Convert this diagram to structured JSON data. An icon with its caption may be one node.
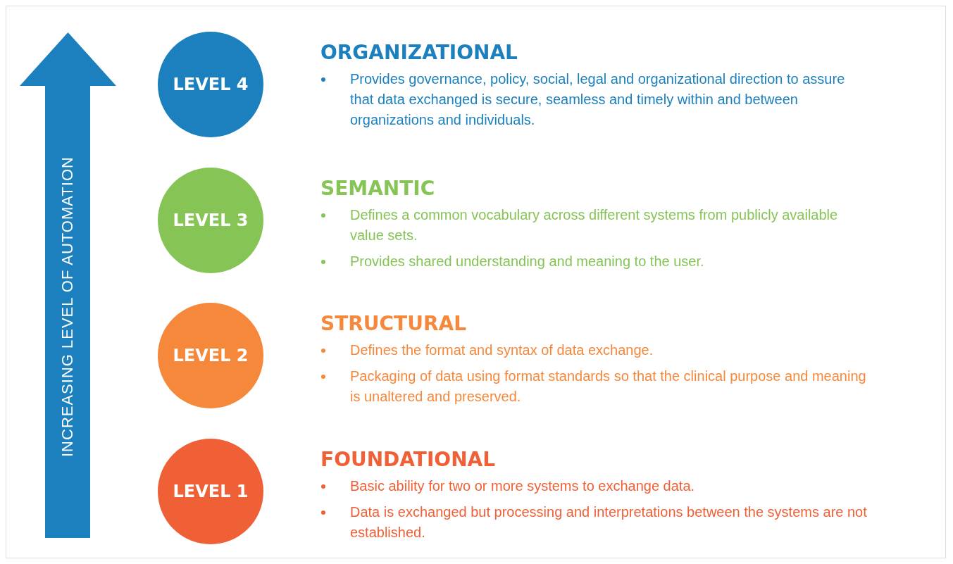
{
  "diagram": {
    "nodes": [
      {
        "text": [
          "INCREASING LEVEL OF AUTOMATION"
        ]
      },
      {
        "text": [
          "LEVEL 4"
        ],
        "beside": [
          "ORGANIZATIONAL",
          "Provides governance, policy, social, legal and organizational direction to assure that data exchanged is secure, seamless and timely within and between organizations and individuals."
        ]
      },
      {
        "text": [
          "LEVEL 3"
        ],
        "beside": [
          "SEMANTIC",
          "Defines a common vocabulary across different systems from publicly available value sets.",
          "Provides shared understanding and meaning to the user."
        ]
      },
      {
        "text": [
          "LEVEL 2"
        ],
        "beside": [
          "STRUCTURAL",
          "Defines the format and syntax of data exchange.",
          "Packaging of data using format standards so that the clinical purpose and meaning is unaltered and preserved."
        ]
      },
      {
        "text": [
          "LEVEL 1"
        ],
        "beside": [
          "FOUNDATIONAL",
          "Basic ability for two or more systems to exchange data.",
          "Data is exchanged but processing and interpretations between the systems are not established."
        ]
      }
    ],
    "edges": []
  }
}
